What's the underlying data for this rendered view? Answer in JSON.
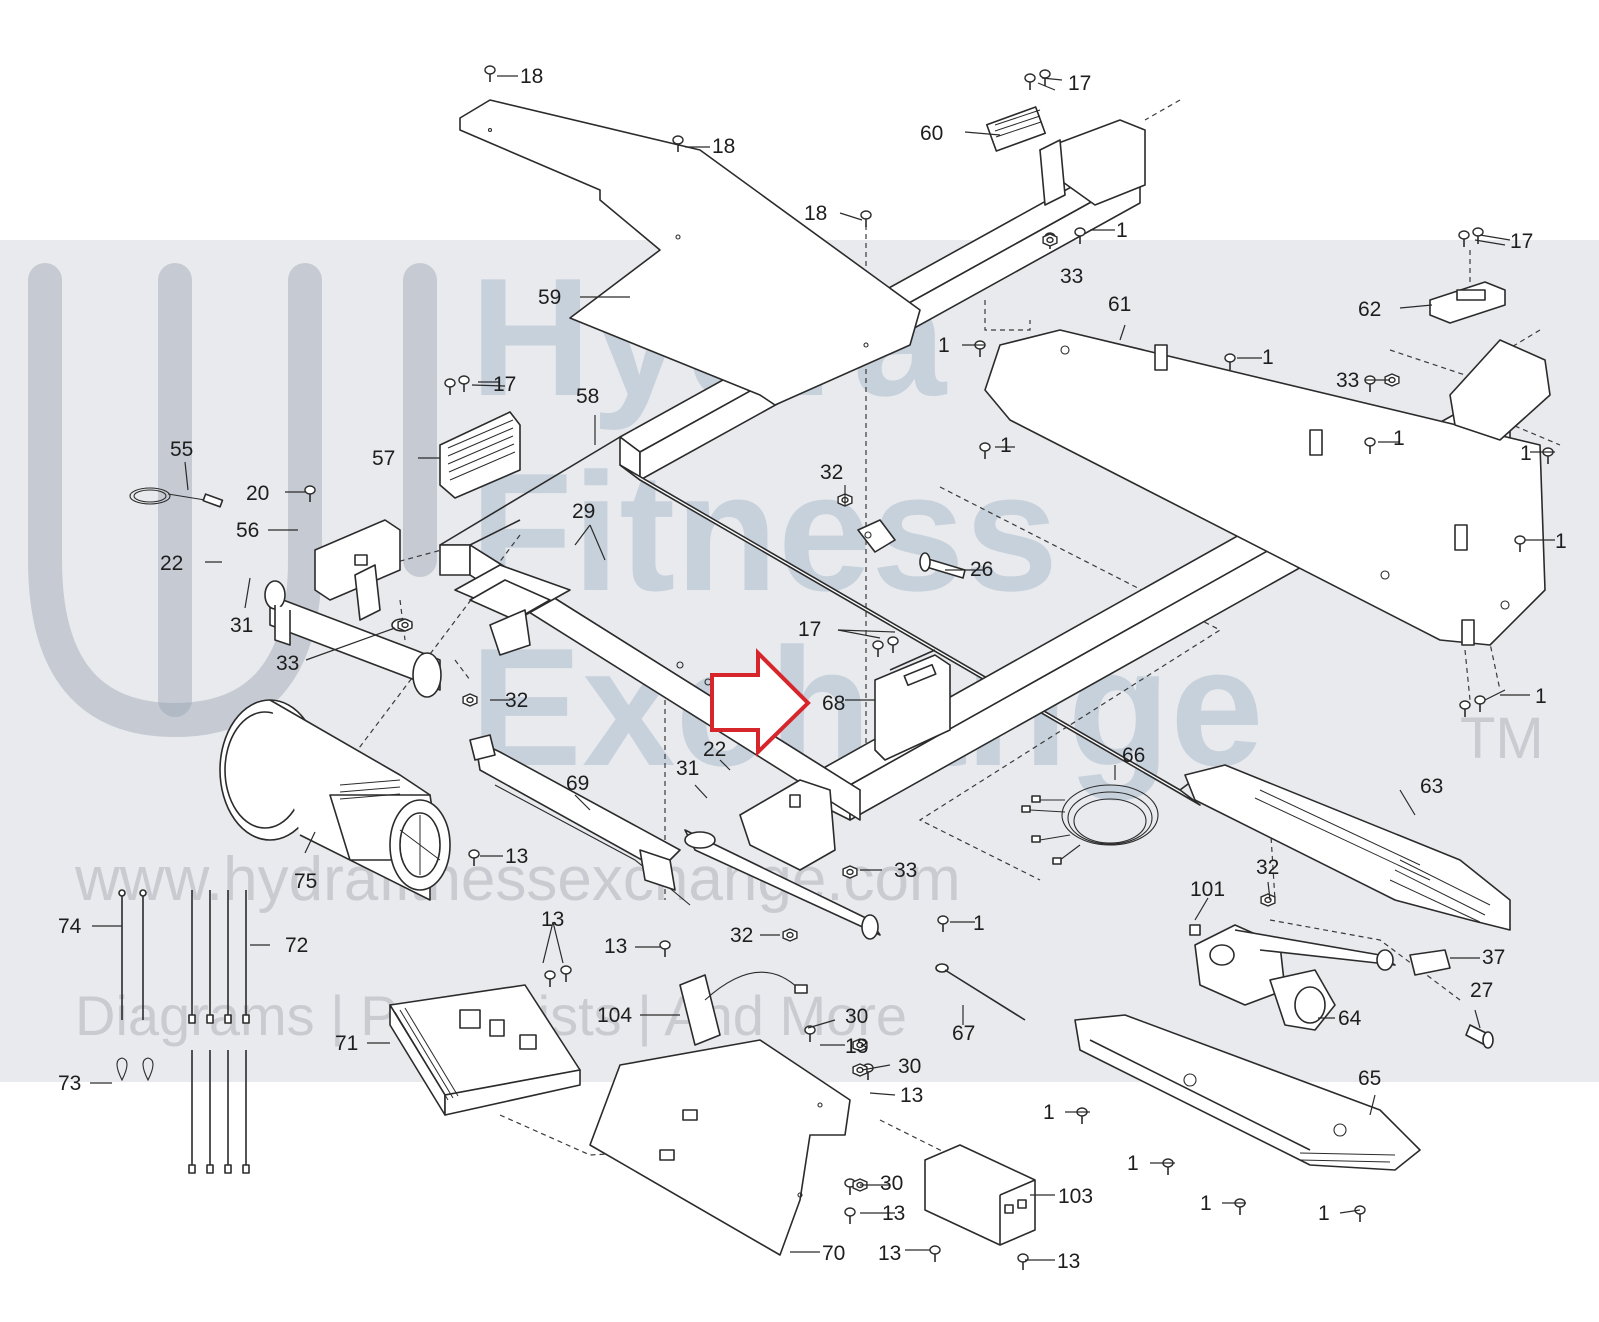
{
  "watermark": {
    "brand_line1": "Hydra",
    "brand_line2": "Fitness",
    "brand_line3": "Exchange",
    "trademark": "TM",
    "url": "www.hydrafitnessexchange.com",
    "tagline": "Diagrams | Parts Lists | And More",
    "logo_icon": "hydra-logo-icon"
  },
  "highlight": {
    "target_part": "68",
    "color": "#d6262c",
    "icon": "hollow-arrow-icon"
  },
  "labels": [
    {
      "id": "l18a",
      "text": "18"
    },
    {
      "id": "l18b",
      "text": "18"
    },
    {
      "id": "l18c",
      "text": "18"
    },
    {
      "id": "l17a",
      "text": "17"
    },
    {
      "id": "l60",
      "text": "60"
    },
    {
      "id": "l1a",
      "text": "1"
    },
    {
      "id": "l33a",
      "text": "33"
    },
    {
      "id": "l17b",
      "text": "17"
    },
    {
      "id": "l62",
      "text": "62"
    },
    {
      "id": "l61",
      "text": "61"
    },
    {
      "id": "l59",
      "text": "59"
    },
    {
      "id": "l1b",
      "text": "1"
    },
    {
      "id": "l1c",
      "text": "1"
    },
    {
      "id": "l33b",
      "text": "33"
    },
    {
      "id": "l17c",
      "text": "17"
    },
    {
      "id": "l58",
      "text": "58"
    },
    {
      "id": "l1d",
      "text": "1"
    },
    {
      "id": "l1e",
      "text": "1"
    },
    {
      "id": "l1f",
      "text": "1"
    },
    {
      "id": "l55",
      "text": "55"
    },
    {
      "id": "l57",
      "text": "57"
    },
    {
      "id": "l32a",
      "text": "32"
    },
    {
      "id": "l20",
      "text": "20"
    },
    {
      "id": "l56",
      "text": "56"
    },
    {
      "id": "l29",
      "text": "29"
    },
    {
      "id": "l26",
      "text": "26"
    },
    {
      "id": "l1g",
      "text": "1"
    },
    {
      "id": "l22a",
      "text": "22"
    },
    {
      "id": "l31a",
      "text": "31"
    },
    {
      "id": "l17d",
      "text": "17"
    },
    {
      "id": "l33c",
      "text": "33"
    },
    {
      "id": "l32b",
      "text": "32"
    },
    {
      "id": "l68",
      "text": "68"
    },
    {
      "id": "l1h",
      "text": "1"
    },
    {
      "id": "l22b",
      "text": "22"
    },
    {
      "id": "l31b",
      "text": "31"
    },
    {
      "id": "l66",
      "text": "66"
    },
    {
      "id": "l63",
      "text": "63"
    },
    {
      "id": "l69",
      "text": "69"
    },
    {
      "id": "l75",
      "text": "75"
    },
    {
      "id": "l13a",
      "text": "13"
    },
    {
      "id": "l33d",
      "text": "33"
    },
    {
      "id": "l32c",
      "text": "32"
    },
    {
      "id": "l101",
      "text": "101"
    },
    {
      "id": "l74",
      "text": "74"
    },
    {
      "id": "l72",
      "text": "72"
    },
    {
      "id": "l13b",
      "text": "13"
    },
    {
      "id": "l13c",
      "text": "13"
    },
    {
      "id": "l32d",
      "text": "32"
    },
    {
      "id": "l1i",
      "text": "1"
    },
    {
      "id": "l37",
      "text": "37"
    },
    {
      "id": "l27",
      "text": "27"
    },
    {
      "id": "l104",
      "text": "104"
    },
    {
      "id": "l30a",
      "text": "30"
    },
    {
      "id": "l64",
      "text": "64"
    },
    {
      "id": "l71",
      "text": "71"
    },
    {
      "id": "l13d",
      "text": "13"
    },
    {
      "id": "l67",
      "text": "67"
    },
    {
      "id": "l30b",
      "text": "30"
    },
    {
      "id": "l73",
      "text": "73"
    },
    {
      "id": "l13e",
      "text": "13"
    },
    {
      "id": "l65",
      "text": "65"
    },
    {
      "id": "l1j",
      "text": "1"
    },
    {
      "id": "l1k",
      "text": "1"
    },
    {
      "id": "l30c",
      "text": "30"
    },
    {
      "id": "l103",
      "text": "103"
    },
    {
      "id": "l13f",
      "text": "13"
    },
    {
      "id": "l1l",
      "text": "1"
    },
    {
      "id": "l1m",
      "text": "1"
    },
    {
      "id": "l70",
      "text": "70"
    },
    {
      "id": "l13g",
      "text": "13"
    },
    {
      "id": "l13h",
      "text": "13"
    }
  ]
}
